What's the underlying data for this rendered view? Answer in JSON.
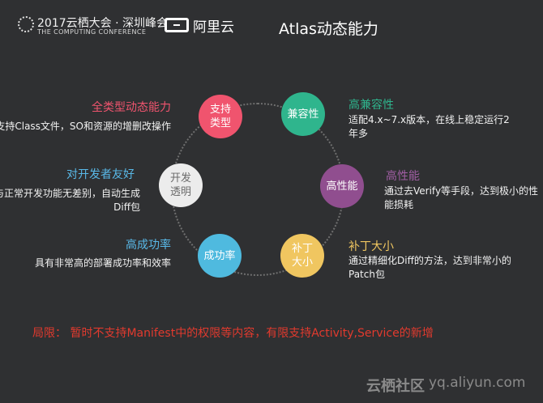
{
  "header": {
    "conference": "2017云栖大会 · 深圳峰会",
    "conference_en": "THE COMPUTING CONFERENCE",
    "brand": "阿里云",
    "title": "Atlas动态能力"
  },
  "nodes": {
    "all_types": "支持\n类型",
    "compat": "兼容性",
    "perf": "高性能",
    "patch": "补丁\n大小",
    "rate": "成功率",
    "dev": "开发\n透明"
  },
  "features": {
    "all_types": {
      "heading": "全类型动态能力",
      "desc": "支持Class文件，SO和资源的增删改操作"
    },
    "compat": {
      "heading": "高兼容性",
      "desc": "适配4.x~7.x版本，在线上稳定运行2年多"
    },
    "dev": {
      "heading": "对开发者友好",
      "desc": "与正常开发功能无差别，自动生成Diff包"
    },
    "perf": {
      "heading": "高性能",
      "desc": "通过去Verify等手段，达到极小的性能损耗"
    },
    "rate": {
      "heading": "高成功率",
      "desc": "具有非常高的部署成功率和效率"
    },
    "patch": {
      "heading": "补丁大小",
      "desc": "通过精细化Diff的方法，达到非常小的Patch包"
    }
  },
  "limit": "局限： 暂时不支持Manifest中的权限等内容，有限支持Activity,Service的新增",
  "footer": {
    "community": "云栖社区",
    "url": "yq.aliyun.com"
  }
}
